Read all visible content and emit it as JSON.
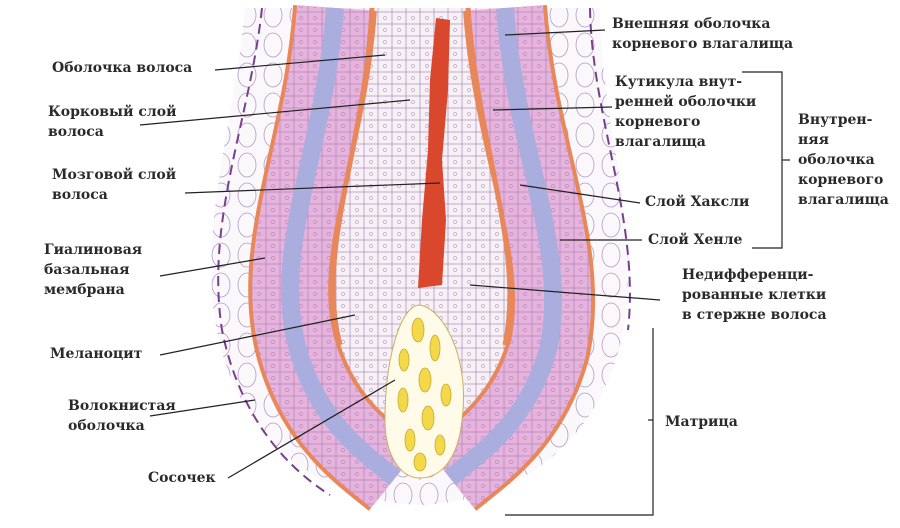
{
  "title": "Hair follicle structure",
  "labels_left": {
    "hair_sheath": [
      "Оболочка волоса"
    ],
    "cortex": [
      "Корковый слой",
      "волоса"
    ],
    "medulla": [
      "Мозговой слой",
      "волоса"
    ],
    "basement": [
      "Гиалиновая",
      "базальная",
      "мембрана"
    ],
    "melanocyte": [
      "Меланоцит"
    ],
    "fibrous": [
      "Волокнистая",
      "оболочка"
    ],
    "papilla": [
      "Сосочек"
    ]
  },
  "labels_right": {
    "outer_sheath": [
      "Внешняя оболочка",
      "корневого влагалища"
    ],
    "cuticle": [
      "Кутикула внут-",
      "ренней оболочки",
      "корневого",
      "влагалища"
    ],
    "huxley": [
      "Слой Хаксли"
    ],
    "henle": [
      "Слой Хенле"
    ],
    "inner_sheath": [
      "Внутрен-",
      "няя",
      "оболочка",
      "корневого",
      "влагалища"
    ],
    "undiff": [
      "Недифференци-",
      "рованные клетки",
      "в стержне волоса"
    ],
    "matrix": [
      "Матрица"
    ]
  },
  "colors": {
    "orange": "#e8875a",
    "pink": "#e7b3dc",
    "blue": "#a9aede",
    "red": "#d9472c",
    "yellow": "#f3d84a",
    "cell_line": "#8a6aa0",
    "bg": "#f7f1f6"
  }
}
